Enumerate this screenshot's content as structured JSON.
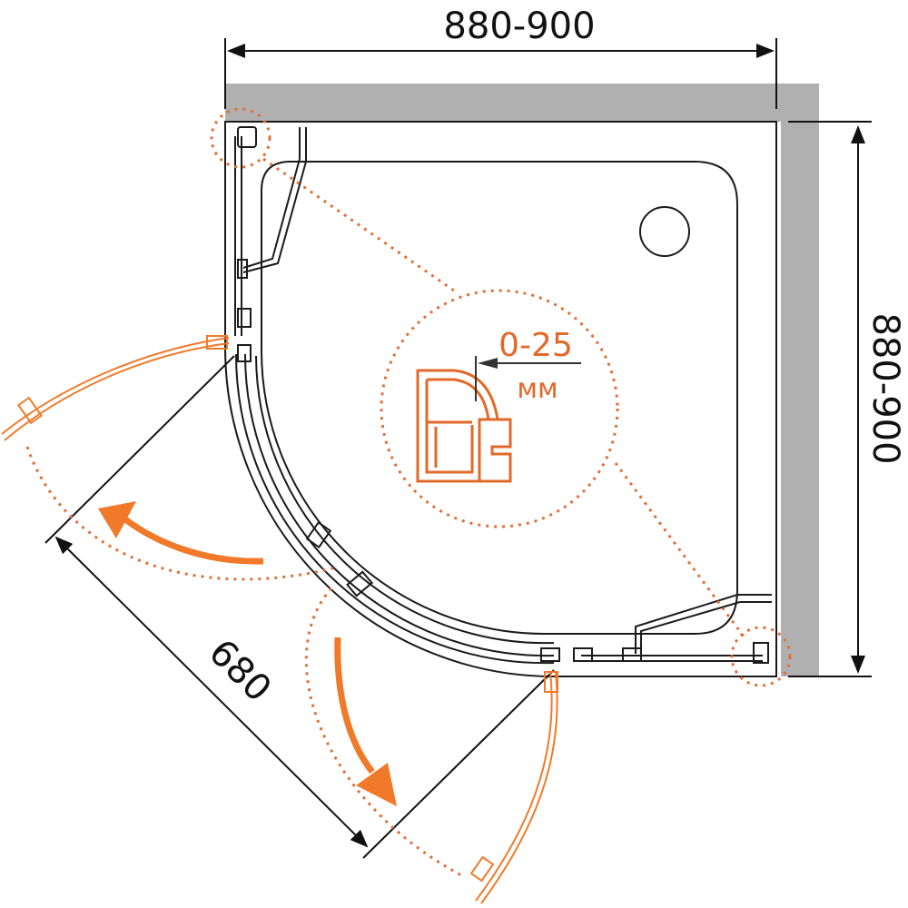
{
  "dimensions": {
    "width_label": "880-900",
    "depth_label": "880-900",
    "door_width_label": "680"
  },
  "detail": {
    "adjustment_range": "0-25",
    "unit": "мм"
  },
  "colors": {
    "accent": "#f07a2a",
    "accent_dotted": "#e0703a",
    "profile": "#e2692a",
    "line": "#1a1a1a",
    "wall": "#b0b0b0"
  }
}
